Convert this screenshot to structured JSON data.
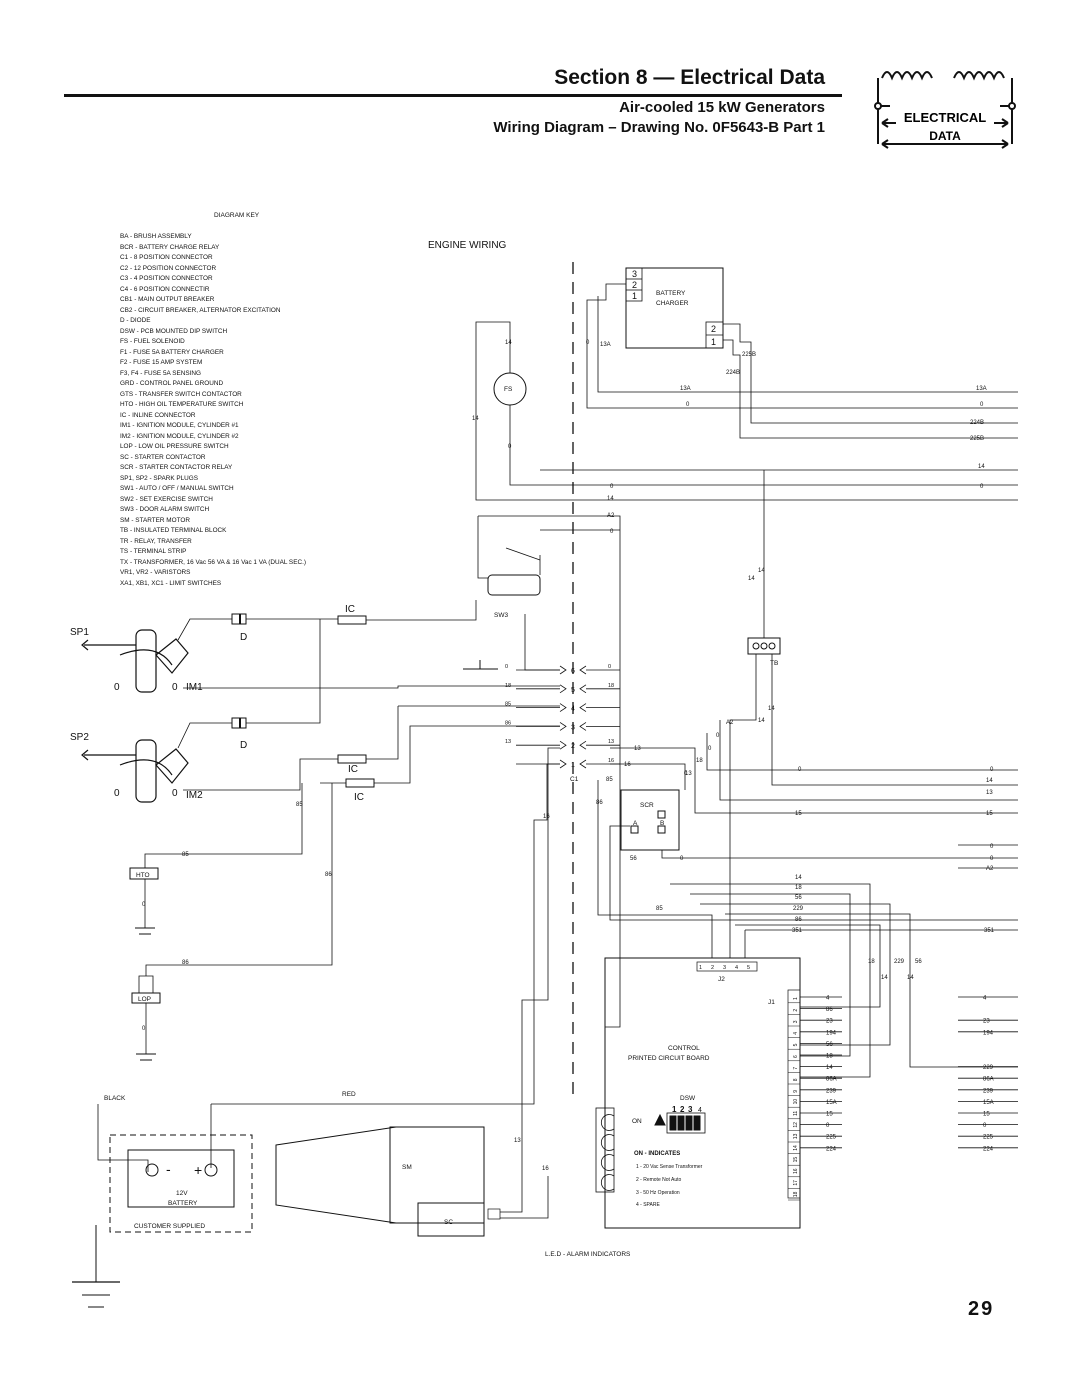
{
  "header": {
    "section_title": "Section 8 — Electrical Data",
    "subtitle": "Air-cooled 15 kW Generators",
    "drawing_title": "Wiring Diagram – Drawing No. 0F5643-B Part 1"
  },
  "emblem": {
    "line1": "ELECTRICAL",
    "line2": "DATA",
    "icon": "coil-icon"
  },
  "diagram_key": {
    "title": "DIAGRAM KEY",
    "items": [
      "BA - BRUSH ASSEMBLY",
      "BCR - BATTERY CHARGE RELAY",
      "C1 - 8 POSITION CONNECTOR",
      "C2 - 12 POSITION CONNECTOR",
      "C3 - 4 POSITION CONNECTOR",
      "C4 - 6 POSITION CONNECTIR",
      "CB1 - MAIN OUTPUT BREAKER",
      "CB2 - CIRCUIT BREAKER, ALTERNATOR EXCITATION",
      "D - DIODE",
      "DSW - PCB MOUNTED DIP SWITCH",
      "FS - FUEL SOLENOID",
      "F1 - FUSE 5A BATTERY CHARGER",
      "F2 - FUSE 15 AMP SYSTEM",
      "F3, F4 - FUSE 5A SENSING",
      "GRD - CONTROL PANEL GROUND",
      "GTS - TRANSFER SWITCH CONTACTOR",
      "HTO - HIGH OIL TEMPERATURE SWITCH",
      "IC - INLINE CONNECTOR",
      "IM1 - IGNITION MODULE, CYLINDER #1",
      "IM2 - IGNITION MODULE, CYLINDER #2",
      "LOP - LOW OIL PRESSURE SWITCH",
      "SC - STARTER CONTACTOR",
      "SCR - STARTER CONTACTOR RELAY",
      "SP1, SP2 - SPARK PLUGS",
      "SW1 - AUTO / OFF / MANUAL SWITCH",
      "SW2 - SET EXERCISE SWITCH",
      "SW3 - DOOR ALARM SWITCH",
      "SM - STARTER MOTOR",
      "TB - INSULATED TERMINAL BLOCK",
      "TR - RELAY, TRANSFER",
      "TS - TERMINAL STRIP",
      "TX - TRANSFORMER, 16 Vac 56 VA & 16 Vac 1 VA (DUAL SEC.)",
      "VR1, VR2 - VARISTORS",
      "XA1, XB1, XC1 - LIMIT SWITCHES"
    ]
  },
  "diagram": {
    "engine_wiring": "ENGINE WIRING",
    "sp1": "SP1",
    "sp2": "SP2",
    "im1": "IM1",
    "im2": "IM2",
    "d": "D",
    "ic": "IC",
    "zero": "0",
    "battery_charger": [
      "BATTERY",
      "CHARGER"
    ],
    "charger_pins_top": [
      "3",
      "2",
      "1"
    ],
    "charger_pins_bottom": [
      "2",
      "1"
    ],
    "fs": "FS",
    "sw3": "SW3",
    "tb": "TB",
    "hto": "HTO",
    "lop": "LOP",
    "black": "BLACK",
    "red": "RED",
    "sm": "SM",
    "sc": "SC",
    "battery": [
      "12V",
      "BATTERY"
    ],
    "customer_supplied": "CUSTOMER SUPPLIED",
    "scr": "SCR",
    "scr_a": "A",
    "scr_b": "B",
    "c1": "C1",
    "j1": "J1",
    "j2": "J2",
    "j2_pins": [
      "1",
      "2",
      "3",
      "4",
      "5"
    ],
    "control": [
      "CONTROL",
      "PRINTED CIRCUIT BOARD"
    ],
    "dsw": "DSW",
    "dsw_on": "ON",
    "dsw_nums": [
      "1",
      "2",
      "3",
      "4"
    ],
    "on_indicates": "ON - INDICATES",
    "dsw_opts": [
      "1 - 20 Vac Sense Transformer",
      "2 - Remote Not Auto",
      "3 - 50 Hz Operation",
      "4 - SPARE"
    ],
    "led": "L.E.D - ALARM INDICATORS",
    "c1_pins": [
      {
        "n": "6",
        "l": "0",
        "r": "0"
      },
      {
        "n": "5",
        "l": "18",
        "r": "18"
      },
      {
        "n": "4",
        "l": "85",
        "r": ""
      },
      {
        "n": "3",
        "l": "86",
        "r": ""
      },
      {
        "n": "2",
        "l": "13",
        "r": "13"
      },
      {
        "n": "1",
        "l": "",
        "r": "16"
      }
    ],
    "j1_pins": [
      "1",
      "2",
      "3",
      "4",
      "5",
      "6",
      "7",
      "8",
      "9",
      "10",
      "11",
      "12",
      "13",
      "14",
      "15",
      "16",
      "17",
      "18"
    ],
    "j1_wires": [
      {
        "l": "4",
        "r": "4"
      },
      {
        "l": "86",
        "r": ""
      },
      {
        "l": "23",
        "r": "23"
      },
      {
        "l": "194",
        "r": "194"
      },
      {
        "l": "56",
        "r": ""
      },
      {
        "l": "18",
        "r": ""
      },
      {
        "l": "14",
        "r": "229"
      },
      {
        "l": "86A",
        "r": "86A"
      },
      {
        "l": "239",
        "r": "239"
      },
      {
        "l": "15A",
        "r": "15A"
      },
      {
        "l": "15",
        "r": "15"
      },
      {
        "l": "0",
        "r": "0"
      },
      {
        "l": "225",
        "r": "225"
      },
      {
        "l": "224",
        "r": "224"
      }
    ],
    "bus_labels": [
      "14",
      "18",
      "56",
      "229",
      "86",
      "351"
    ],
    "bus_right": "351",
    "right_col": [
      "0",
      "14",
      "13",
      "15",
      "0",
      "0",
      "A2"
    ],
    "top_right": [
      "13A",
      "0",
      "224B",
      "225B",
      "14",
      "0"
    ],
    "top_wire": [
      "13A",
      "0",
      "225B",
      "224B"
    ],
    "misc": [
      "14",
      "0",
      "A2",
      "86",
      "18",
      "229",
      "56",
      "14",
      "85",
      "86",
      "85",
      "86",
      "16",
      "13",
      "16"
    ]
  },
  "page_number": "29"
}
